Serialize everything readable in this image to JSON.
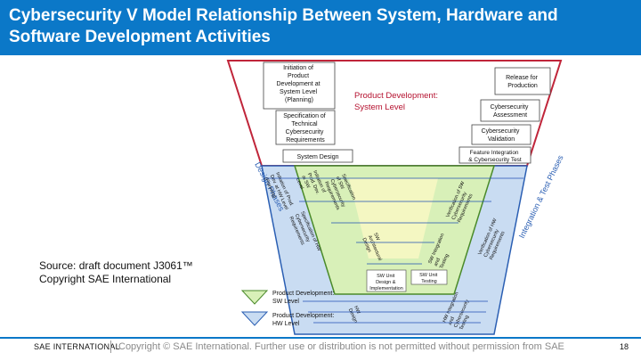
{
  "header": {
    "title_line1": "Cybersecurity V Model Relationship Between System, Hardware and",
    "title_line2": "Software Development Activities"
  },
  "source": {
    "line1": "Source: draft document J3061™",
    "line2": "Copyright SAE International"
  },
  "footer": {
    "org": "SAE INTERNATIONAL",
    "copyright": "Copyright © SAE International. Further use or distribution is not permitted without permission from SAE",
    "page": "18"
  },
  "diagram": {
    "system_box_left_1": [
      "Initiation of",
      "Product",
      "Development at",
      "System Level",
      "(Planning)"
    ],
    "system_box_left_2": [
      "Specification of",
      "Technical",
      "Cybersecurity",
      "Requirements"
    ],
    "system_box_left_3": "System Design",
    "system_box_right_1": [
      "Release for",
      "Production"
    ],
    "system_box_right_2": [
      "Cybersecurity",
      "Assessment"
    ],
    "system_box_right_3": [
      "Cybersecurity",
      "Validation"
    ],
    "system_box_right_4": [
      "Feature Integration",
      "& Cybersecurity Test"
    ],
    "system_level_label": [
      "Product Development:",
      "System Level"
    ],
    "design_phases": "Design Phases",
    "integration_phases": "Integration & Test Phases",
    "hw_left_1": [
      "Initiation of Prod.",
      "Dev. at HW Level",
      "(Planning)"
    ],
    "hw_left_2": [
      "Specification of HW",
      "Cybersecurity",
      "Requirements"
    ],
    "sw_left_1": [
      "Initiation of",
      "Prod. Dev.",
      "at SW",
      "Level",
      "(Planning)"
    ],
    "sw_left_2": [
      "Specification",
      "of SW",
      "Cybersecurity",
      "Requirements"
    ],
    "sw_center_1": [
      "SW",
      "Architectural",
      "Design"
    ],
    "sw_center_2": [
      "SW Unit",
      "Design &",
      "Implementation"
    ],
    "sw_right_2": [
      "SW Unit",
      "Testing"
    ],
    "sw_right_1": [
      "SW Integration",
      "and",
      "Testing"
    ],
    "sw_right_0": [
      "Verification of SW",
      "Cybersecurity",
      "Requirements"
    ],
    "hw_right_0": [
      "Verification of HW",
      "Cybersecurity",
      "Requirements"
    ],
    "hw_right_1": [
      "HW Integration",
      "and",
      "Cybersecurity",
      "Testing"
    ],
    "hw_center": [
      "HW",
      "Design"
    ],
    "legend_sw": [
      "Product Development:",
      "SW Level"
    ],
    "legend_hw": [
      "Product Development:",
      "HW Level"
    ]
  },
  "colors": {
    "title_bar": "#0b78c8",
    "system_outline": "#c0253a",
    "sw_fill": "#d8f0b8",
    "hw_fill": "#c9dcf2",
    "arrow_blue": "#1f4fb5"
  }
}
